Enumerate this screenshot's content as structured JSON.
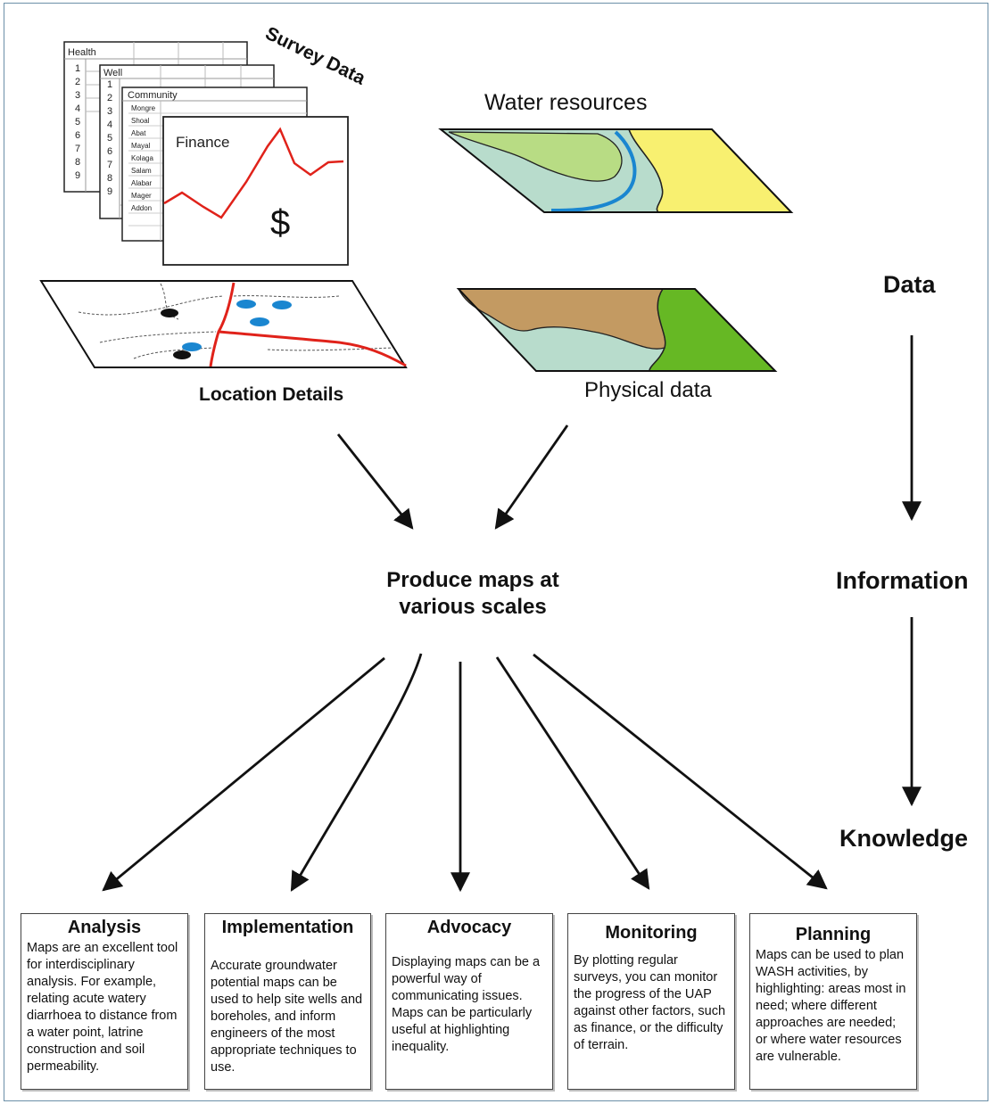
{
  "inputs": {
    "survey_title": "Survey Data",
    "survey_sheets": [
      "Health",
      "Well",
      "Community",
      "Finance"
    ],
    "row_numbers": [
      "1",
      "2",
      "3",
      "4",
      "5",
      "6",
      "7",
      "8",
      "9"
    ],
    "community_names": [
      "Mongre",
      "Shoal",
      "Abat",
      "Mayal",
      "Kolaga",
      "Salam",
      "Alabar",
      "Mager",
      "Addon"
    ],
    "finance_symbol": "$",
    "water_resources": "Water resources",
    "location_details": "Location Details",
    "physical_data": "Physical data"
  },
  "center": {
    "line1": "Produce maps at",
    "line2": "various scales"
  },
  "hierarchy": {
    "data": "Data",
    "information": "Information",
    "knowledge": "Knowledge"
  },
  "outputs": [
    {
      "title": "Analysis",
      "text": "Maps are an excellent tool for interdisciplinary analysis.  For example, relating acute watery diarrhoea to distance from a water point, latrine construction and soil permeability."
    },
    {
      "title": "Implementation",
      "text": "Accurate groundwater potential maps can be used to help site wells and boreholes, and inform engineers of the most appropriate techniques to use."
    },
    {
      "title": "Advocacy",
      "text": "Displaying maps can be a powerful way of communicating issues. Maps can be particularly useful at highlighting inequality."
    },
    {
      "title": "Monitoring",
      "text": "By plotting regular surveys, you can monitor the progress of  the UAP against other factors,  such as finance, or the difficulty of terrain."
    },
    {
      "title": "Planning",
      "text": "Maps can be used to plan WASH activities, by highlighting: areas most in need; where different approaches are needed; or where water resources are vulnerable."
    }
  ],
  "colors": {
    "river": "#1a86d0",
    "light_green": "#b8dc84",
    "pale_teal": "#b8dccc",
    "yellow": "#f8f070",
    "brown": "#c39a62",
    "bright_green": "#66b824",
    "boundary_red": "#e0221a",
    "water_point_blue": "#1a86d0"
  }
}
